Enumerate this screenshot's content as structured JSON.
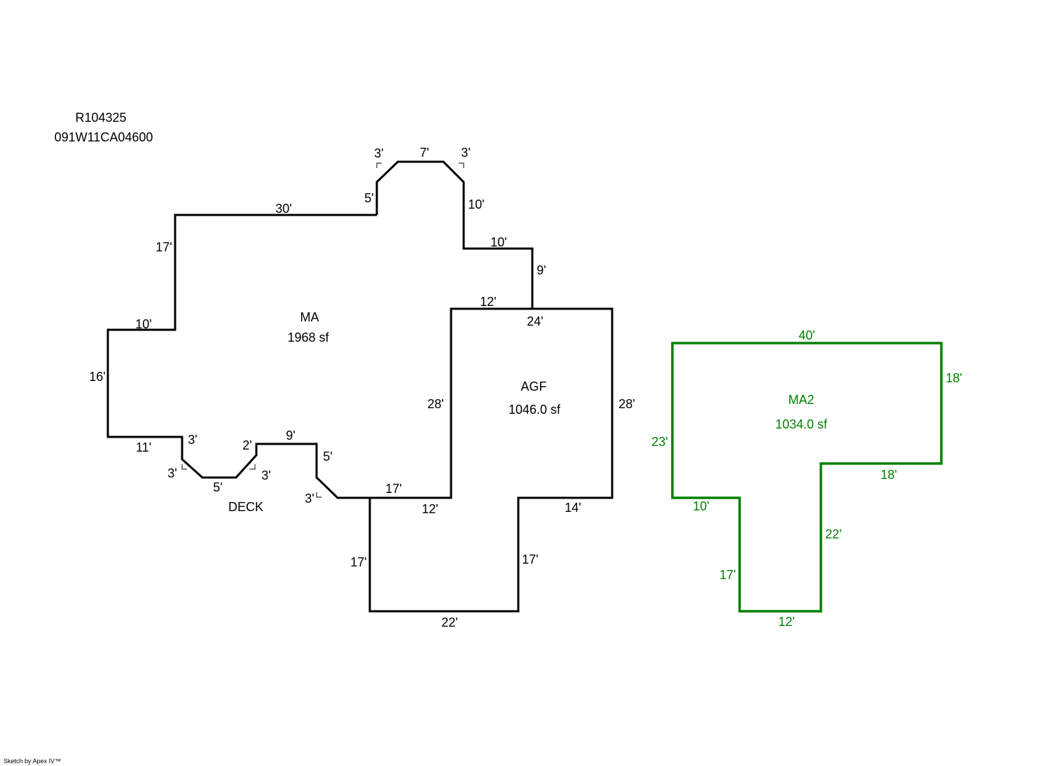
{
  "header": {
    "record_id": "R104325",
    "parcel_id": "091W11CA04600"
  },
  "footer": {
    "credit": "Sketch by Apex IV™"
  },
  "colors": {
    "main_outline": "#000000",
    "ma2_outline": "#008000"
  },
  "areas": {
    "ma": {
      "name": "MA",
      "area": "1968 sf"
    },
    "agf": {
      "name": "AGF",
      "area": "1046.0 sf"
    },
    "deck": {
      "name": "DECK"
    },
    "ma2": {
      "name": "MA2",
      "area": "1034.0 sf"
    }
  },
  "dimensions": {
    "ma_top_30": "30'",
    "ma_step_5": "5'",
    "ma_bay_3a": "3'",
    "ma_bay_7": "7'",
    "ma_bay_3b": "3'",
    "ma_right_10": "10'",
    "ma_step_10": "10'",
    "ma_right_9": "9'",
    "ma_left_17": "17'",
    "ma_step_left_10": "10'",
    "ma_left_16": "16'",
    "ma_bottom_11": "11'",
    "deck_3a": "3'",
    "deck_3b": "3'",
    "deck_5": "5'",
    "deck_3c": "3'",
    "deck_2": "2'",
    "deck_9": "9'",
    "deck_5b": "5'",
    "deck_3d": "3'",
    "ma_bottom_17": "17'",
    "agf_top_12": "12'",
    "agf_top_24": "24'",
    "agf_left_28": "28'",
    "agf_right_28": "28'",
    "agf_inner_12": "12'",
    "agf_right_14": "14'",
    "agf_left_17": "17'",
    "agf_inner_17": "17'",
    "agf_bottom_22": "22'",
    "ma2_top_40": "40'",
    "ma2_right_18": "18'",
    "ma2_left_23": "23'",
    "ma2_step_18": "18'",
    "ma2_step_10": "10'",
    "ma2_inner_22": "22'",
    "ma2_left_17": "17'",
    "ma2_bottom_12": "12'"
  }
}
